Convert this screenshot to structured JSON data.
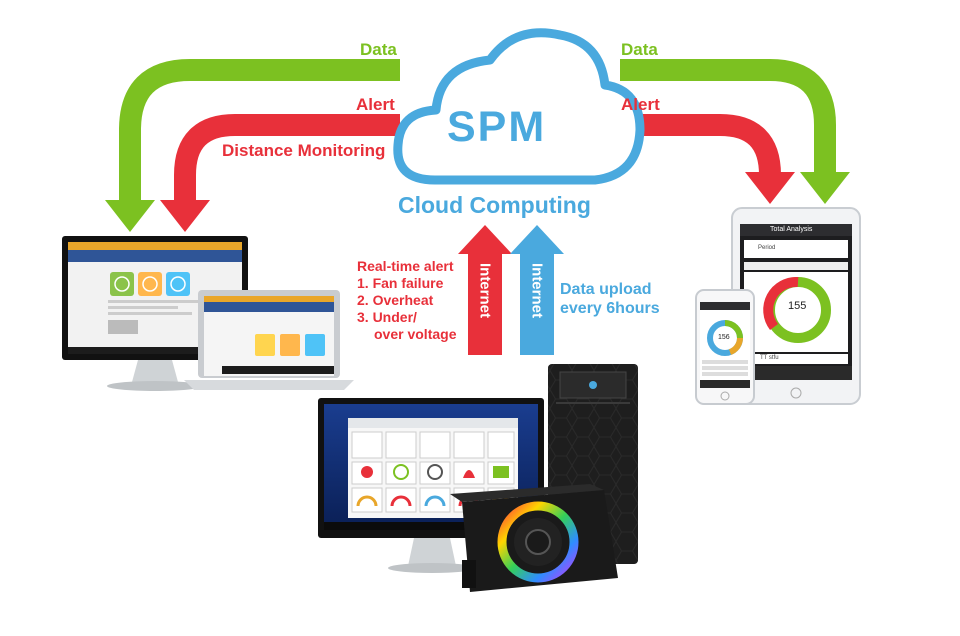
{
  "cloud": {
    "title": "SPM",
    "subtitle": "Cloud Computing"
  },
  "left_flow": {
    "data_label": "Data",
    "alert_label": "Alert",
    "monitoring_label": "Distance Monitoring"
  },
  "right_flow": {
    "data_label": "Data",
    "alert_label": "Alert"
  },
  "internet": {
    "up_red_label": "Internet",
    "up_blue_label": "Internet"
  },
  "realtime_alert": {
    "heading": "Real-time alert",
    "items": [
      "1. Fan failure",
      "2. Overheat",
      "3. Under/",
      "over voltage"
    ]
  },
  "data_upload": {
    "line1": "Data upload",
    "line2": "every 6hours"
  },
  "tablet_screen": {
    "title": "Total Analysis",
    "period_label": "Period",
    "center_value": "155",
    "footer": "TT stfu"
  },
  "phone_screen": {
    "center_value": "156"
  },
  "colors": {
    "green": "#7cc121",
    "red": "#e8303a",
    "blue": "#4aa9de",
    "cloud_outline": "#4aa9de"
  }
}
